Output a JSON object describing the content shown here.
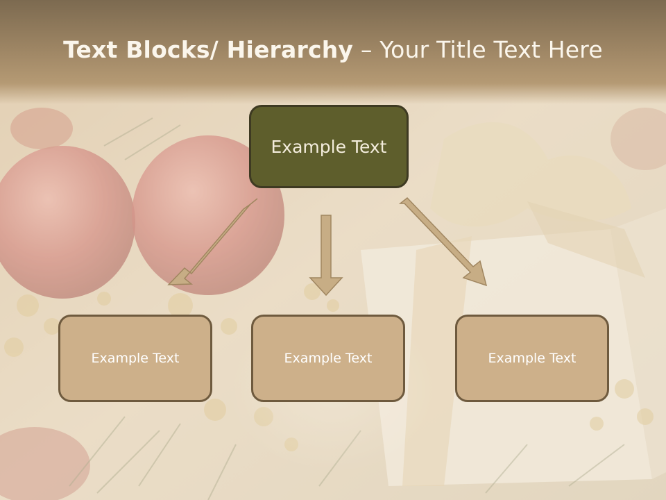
{
  "slide": {
    "title_bold": "Text Blocks/ Hierarchy",
    "title_rest": " – Your Title Text Here",
    "top_box": "Example Text",
    "child_boxes": [
      "Example Text",
      "Example Text",
      "Example Text"
    ]
  },
  "colors": {
    "top_box_fill": "#5e5e2c",
    "child_box_fill": "#cdb08a",
    "arrow_fill": "#c7ad85",
    "title_text": "#fbf6ec"
  }
}
